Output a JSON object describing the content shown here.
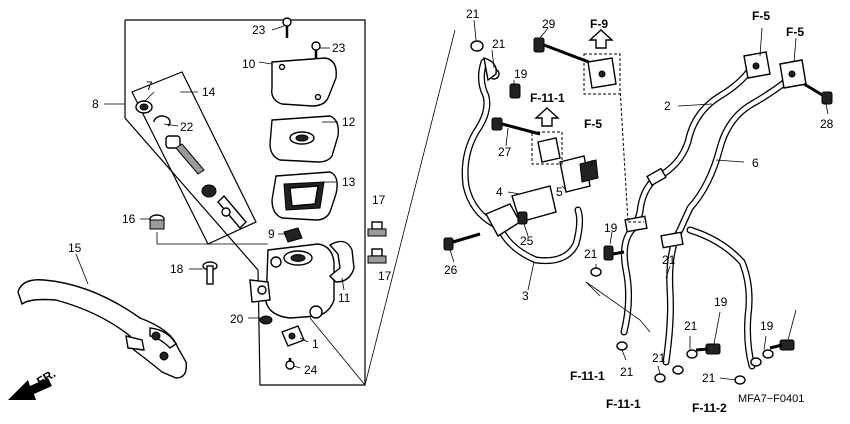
{
  "callouts": [
    {
      "id": "c23a",
      "text": "23"
    },
    {
      "id": "c23b",
      "text": "23"
    },
    {
      "id": "c10",
      "text": "10"
    },
    {
      "id": "c8",
      "text": "8"
    },
    {
      "id": "c7",
      "text": "7"
    },
    {
      "id": "c14",
      "text": "14"
    },
    {
      "id": "c22",
      "text": "22"
    },
    {
      "id": "c12",
      "text": "12"
    },
    {
      "id": "c13",
      "text": "13"
    },
    {
      "id": "c16",
      "text": "16"
    },
    {
      "id": "c17a",
      "text": "17"
    },
    {
      "id": "c9",
      "text": "9"
    },
    {
      "id": "c17b",
      "text": "17"
    },
    {
      "id": "c15",
      "text": "15"
    },
    {
      "id": "c18",
      "text": "18"
    },
    {
      "id": "c11",
      "text": "11"
    },
    {
      "id": "c20",
      "text": "20"
    },
    {
      "id": "c1",
      "text": "1"
    },
    {
      "id": "c24",
      "text": "24"
    },
    {
      "id": "c21a",
      "text": "21"
    },
    {
      "id": "c21b",
      "text": "21"
    },
    {
      "id": "c19a",
      "text": "19"
    },
    {
      "id": "c29",
      "text": "29"
    },
    {
      "id": "c27",
      "text": "27"
    },
    {
      "id": "c4",
      "text": "4"
    },
    {
      "id": "c5",
      "text": "5"
    },
    {
      "id": "c25",
      "text": "25"
    },
    {
      "id": "c26",
      "text": "26"
    },
    {
      "id": "c3",
      "text": "3"
    },
    {
      "id": "c2",
      "text": "2"
    },
    {
      "id": "c6",
      "text": "6"
    },
    {
      "id": "c28",
      "text": "28"
    },
    {
      "id": "c19b",
      "text": "19"
    },
    {
      "id": "c21c",
      "text": "21"
    },
    {
      "id": "c21d",
      "text": "21"
    },
    {
      "id": "c21e",
      "text": "21"
    },
    {
      "id": "c21f",
      "text": "21"
    },
    {
      "id": "c21g",
      "text": "21"
    },
    {
      "id": "c21h",
      "text": "21"
    },
    {
      "id": "c19c",
      "text": "19"
    },
    {
      "id": "c19d",
      "text": "19"
    }
  ],
  "references": {
    "f9": "F-9",
    "f5a": "F-5",
    "f5b": "F-5",
    "f5c": "F-5",
    "f111a": "F-11-1",
    "f111b": "F-11-1",
    "f111c": "F-11-1",
    "f112": "F-11-2"
  },
  "direction_label": "FR.",
  "diagram_code": "MFA7−F0401"
}
